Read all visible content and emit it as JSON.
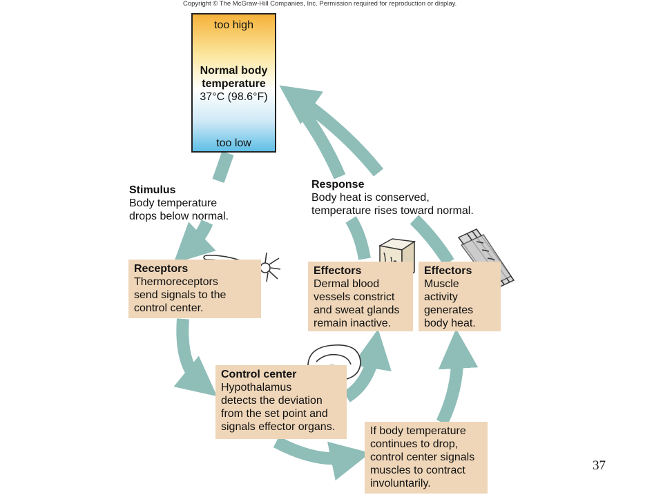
{
  "copyright": "Copyright © The McGraw-Hill Companies, Inc. Permission required for reproduction or display.",
  "thermometer": {
    "too_high": "too high",
    "normal_label": "Normal body temperature",
    "normal_value": "37°C (98.6°F)",
    "too_low": "too low"
  },
  "stimulus": {
    "head": "Stimulus",
    "body": "Body temperature\ndrops below normal."
  },
  "response": {
    "head": "Response",
    "body": "Body heat is conserved,\ntemperature rises toward normal."
  },
  "receptors": {
    "head": "Receptors",
    "body": "Thermoreceptors\nsend signals to the\ncontrol center."
  },
  "effectors_dermal": {
    "head": "Effectors",
    "body": "Dermal blood\nvessels constrict\nand sweat glands\nremain inactive."
  },
  "effectors_muscle": {
    "head": "Effectors",
    "body": "Muscle\nactivity\ngenerates\nbody heat."
  },
  "control_center": {
    "head": "Control center",
    "body": "Hypothalamus\ndetects the deviation\nfrom the set point and\nsignals effector organs."
  },
  "continue_drop": {
    "body": "If body temperature\ncontinues to drop,\ncontrol center signals\nmuscles to contract\ninvoluntarily."
  },
  "page_number": "37",
  "colors": {
    "arrow": "#8fbdb8",
    "box": "#efd6b9"
  },
  "icons": [
    "neuron-icon",
    "skin-block-icon",
    "brain-icon",
    "muscle-fibers-icon"
  ]
}
